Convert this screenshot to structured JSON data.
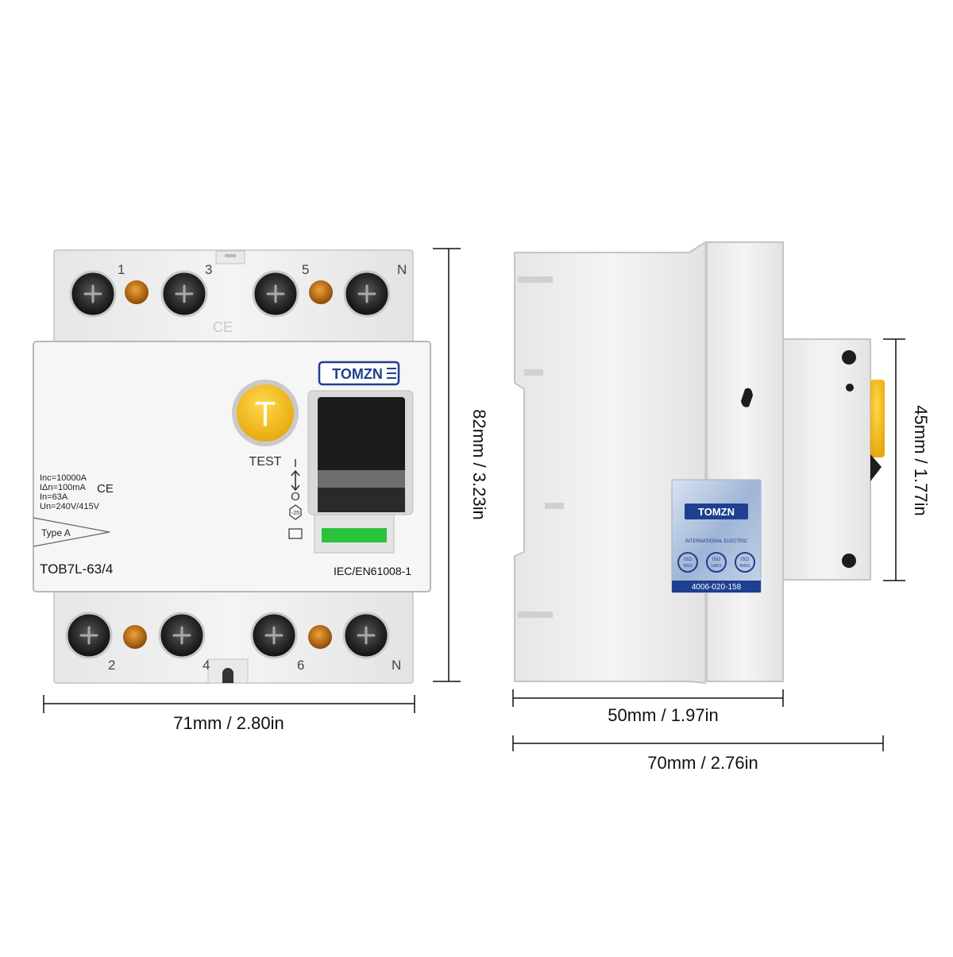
{
  "front": {
    "terminals_top": [
      "1",
      "3",
      "5",
      "N"
    ],
    "terminals_bottom": [
      "2",
      "4",
      "6",
      "N"
    ],
    "ce_mark": "CE",
    "brand": "TOMZN",
    "test_button_letter": "T",
    "test_label": "TEST",
    "switch_on": "I",
    "switch_off": "O",
    "temp_symbol": "-25",
    "ratings": [
      "Inc=10000A",
      "IΔn=100mA",
      "In=63A",
      "Un=240V/415V"
    ],
    "type_label": "Type A",
    "model": "TOB7L-63/4",
    "standard": "IEC/EN61008-1"
  },
  "side": {
    "brand": "TOMZN",
    "sub_label": "INTERNATIONAL ELECTRIC",
    "cert_line1": [
      "ISO",
      "ISO",
      "ISO"
    ],
    "cert_line2": [
      "9001",
      "14001",
      "45001"
    ],
    "phone": "4006-020-158"
  },
  "dimensions": {
    "front_width": "71mm / 2.80in",
    "front_height": "82mm / 3.23in",
    "side_depth_inner": "50mm / 1.97in",
    "side_depth_total": "70mm / 2.76in",
    "side_height": "45mm / 1.77in"
  },
  "colors": {
    "body": "#efefef",
    "panel": "#f6f6f6",
    "outline": "#b9b9b9",
    "dark": "#1d1d1d",
    "test_yellow": "#f7c21d",
    "indicator_orange": "#d9820b",
    "indicator_green": "#28c33a",
    "brand_blue": "#1f3f8f",
    "dim_line": "#111111"
  }
}
